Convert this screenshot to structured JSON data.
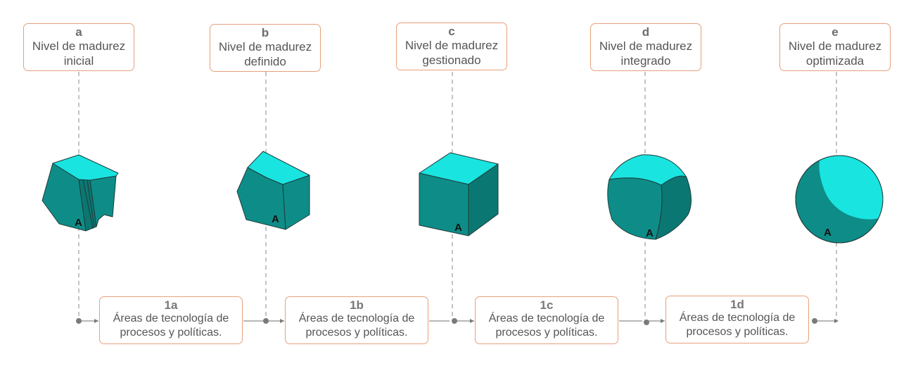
{
  "levels": [
    {
      "letter": "a",
      "line1": "Nivel de madurez",
      "line2": "inicial"
    },
    {
      "letter": "b",
      "line1": "Nivel de madurez",
      "line2": "definido"
    },
    {
      "letter": "c",
      "line1": "Nivel de madurez",
      "line2": "gestionado"
    },
    {
      "letter": "d",
      "line1": "Nivel de madurez",
      "line2": "integrado"
    },
    {
      "letter": "e",
      "line1": "Nivel de madurez",
      "line2": "optimizada"
    }
  ],
  "transitions": [
    {
      "code": "1a",
      "line1": "Áreas de tecnología de",
      "line2": "procesos y políticas."
    },
    {
      "code": "1b",
      "line1": "Áreas de tecnología de",
      "line2": "procesos y políticas."
    },
    {
      "code": "1c",
      "line1": "Áreas de tecnología de",
      "line2": "procesos y políticas."
    },
    {
      "code": "1d",
      "line1": "Áreas de tecnología de",
      "line2": "procesos y políticas."
    }
  ],
  "shape_label": "A",
  "colors": {
    "top_face": "#19e4e0",
    "side_face": "#0e8d88",
    "dark_face": "#0b7772",
    "outline": "#1f3b3a",
    "box_border": "#e7a07c",
    "connector": "#8a8a8a"
  }
}
